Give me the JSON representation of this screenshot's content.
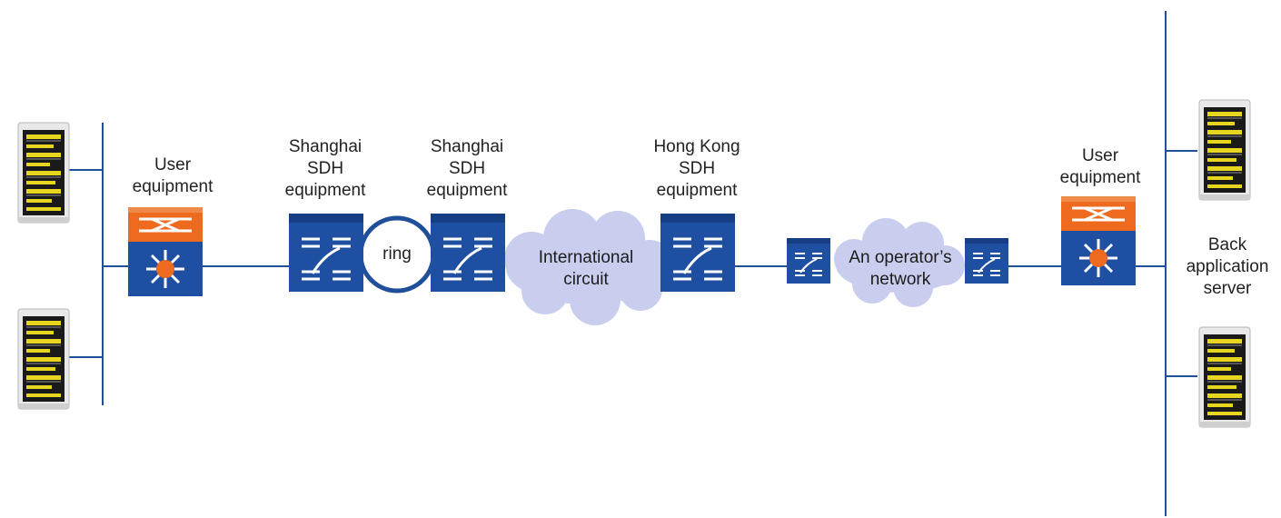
{
  "labels": {
    "user_equipment_left": "User equipment",
    "shanghai_sdh_1": "Shanghai SDH equipment",
    "shanghai_sdh_2": "Shanghai SDH equipment",
    "hong_kong_sdh": "Hong Kong SDH equipment",
    "user_equipment_right": "User equipment",
    "ring": "ring",
    "international_circuit": "International circuit",
    "operator_network": "An operator’s network",
    "back_application_server": "Back application server"
  },
  "colors": {
    "link_blue": "#1f4e9a",
    "device_blue": "#1e4fa0",
    "device_top": "#163e84",
    "accent_orange": "#ee6a1f",
    "cloud": "#c9cdee",
    "ring_stroke": "#1f4e9a"
  },
  "icons": {
    "server": "server-rack-icon",
    "user_equipment": "multilayer-switch-icon",
    "sdh": "sdh-switch-icon",
    "cloud": "cloud-icon"
  }
}
